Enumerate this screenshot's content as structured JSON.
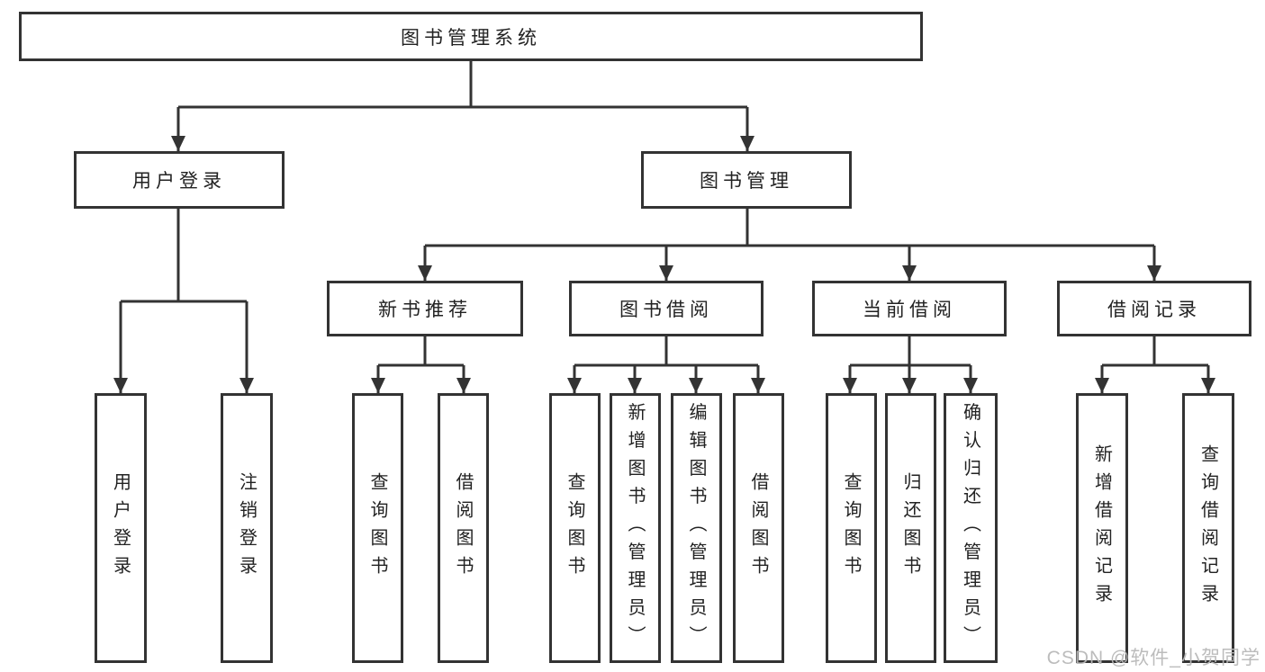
{
  "diagram": {
    "root": {
      "label": "图书管理系统"
    },
    "branches": [
      {
        "label": "用户登录",
        "children": [
          {
            "label": "用户登录"
          },
          {
            "label": "注销登录"
          }
        ]
      },
      {
        "label": "图书管理",
        "children": [
          {
            "label": "新书推荐",
            "children": [
              {
                "label": "查询图书"
              },
              {
                "label": "借阅图书"
              }
            ]
          },
          {
            "label": "图书借阅",
            "children": [
              {
                "label": "查询图书"
              },
              {
                "label": "新增图书（管理员）"
              },
              {
                "label": "编辑图书（管理员）"
              },
              {
                "label": "借阅图书"
              }
            ]
          },
          {
            "label": "当前借阅",
            "children": [
              {
                "label": "查询图书"
              },
              {
                "label": "归还图书"
              },
              {
                "label": "确认归还（管理员）"
              }
            ]
          },
          {
            "label": "借阅记录",
            "children": [
              {
                "label": "新增借阅记录"
              },
              {
                "label": "查询借阅记录"
              }
            ]
          }
        ]
      }
    ]
  },
  "watermark": "CSDN @软件_小贺同学",
  "colors": {
    "line": "#333333",
    "text": "#222222",
    "background": "#ffffff",
    "watermark": "#b9b9b9"
  }
}
